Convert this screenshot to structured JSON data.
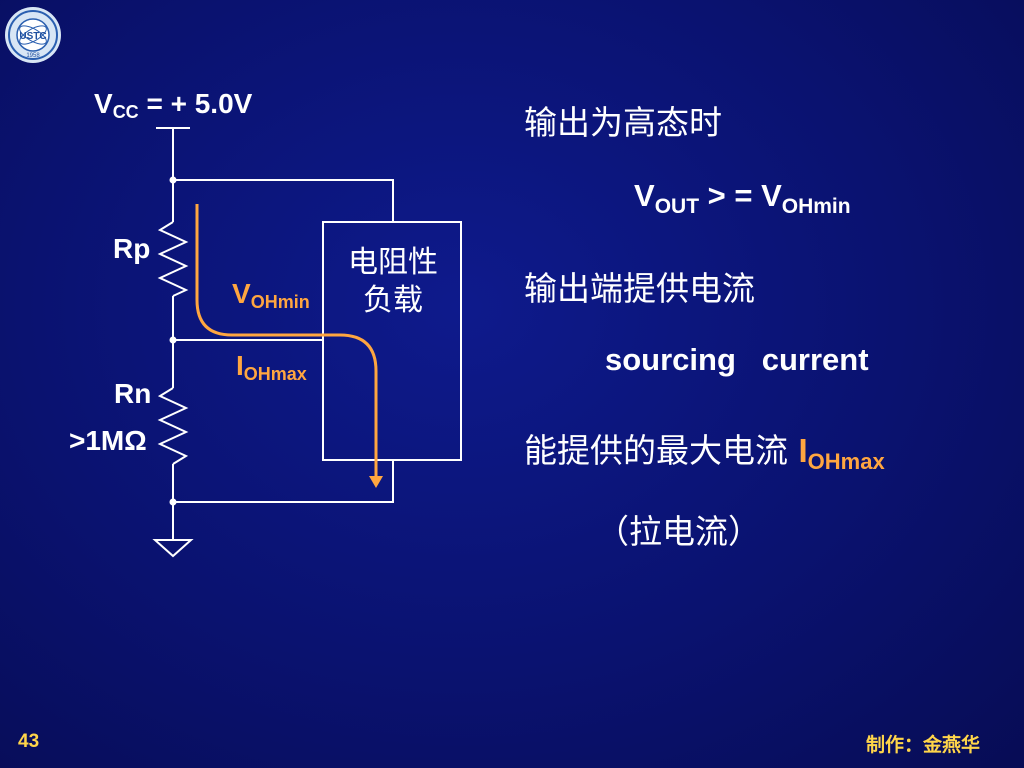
{
  "logo": {
    "text": "USTC",
    "year": "1958"
  },
  "circuit": {
    "vcc_main": "V",
    "vcc_sub": "CC",
    "vcc_value": " = + 5.0V",
    "rp_label": "Rp",
    "rn_label": "Rn",
    "rn_value": ">1MΩ",
    "voh_main": "V",
    "voh_sub": "OHmin",
    "ioh_main": "I",
    "ioh_sub": "OHmax",
    "load_line1": "电阻性",
    "load_line2": "负载"
  },
  "text": {
    "line1": "输出为高态时",
    "eq_v1": "V",
    "eq_sub1": "OUT",
    "eq_op": " > = ",
    "eq_v2": "V",
    "eq_sub2": "OHmin",
    "line3": "输出端提供电流",
    "line4": "sourcing   current",
    "line5": "能提供的最大电流 ",
    "line5_i": "I",
    "line5_sub": "OHmax",
    "line6": "（拉电流）"
  },
  "footer": {
    "page_number": "43",
    "author": "制作：金燕华"
  },
  "colors": {
    "background": "#0a1270",
    "accent_orange": "#ffa640",
    "footer_yellow": "#ffd54a",
    "wire": "#ffffff"
  }
}
